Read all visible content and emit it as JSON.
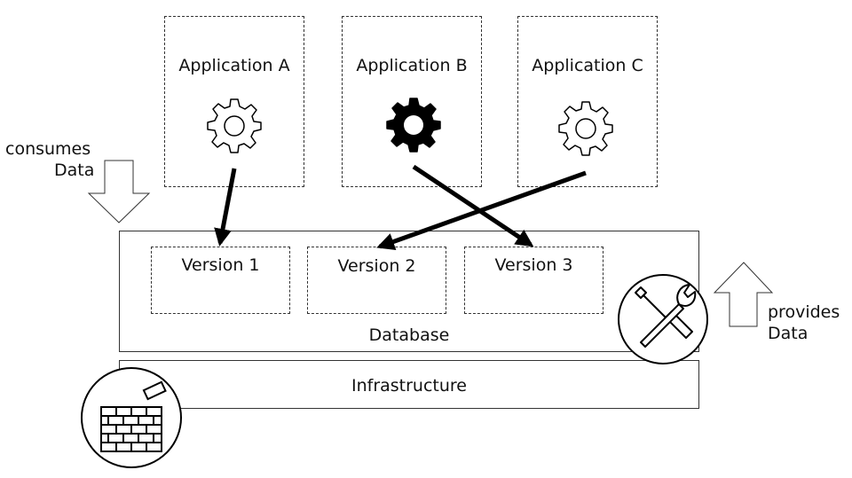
{
  "applications": [
    {
      "label": "Application A"
    },
    {
      "label": "Application B"
    },
    {
      "label": "Application C"
    }
  ],
  "database": {
    "label": "Database",
    "versions": [
      {
        "label": "Version 1"
      },
      {
        "label": "Version 2"
      },
      {
        "label": "Version 3"
      }
    ]
  },
  "infrastructure": {
    "label": "Infrastructure"
  },
  "consumes": {
    "line1": "consumes",
    "line2": "Data"
  },
  "provides": {
    "line1": "provides",
    "line2": "Data"
  },
  "icons": [
    "gear-outline-icon",
    "gear-filled-icon",
    "tools-icon",
    "brick-wall-icon",
    "arrow-down-outline-icon",
    "arrow-up-outline-icon"
  ],
  "colors": {
    "stroke": "#000000",
    "background": "#ffffff"
  }
}
